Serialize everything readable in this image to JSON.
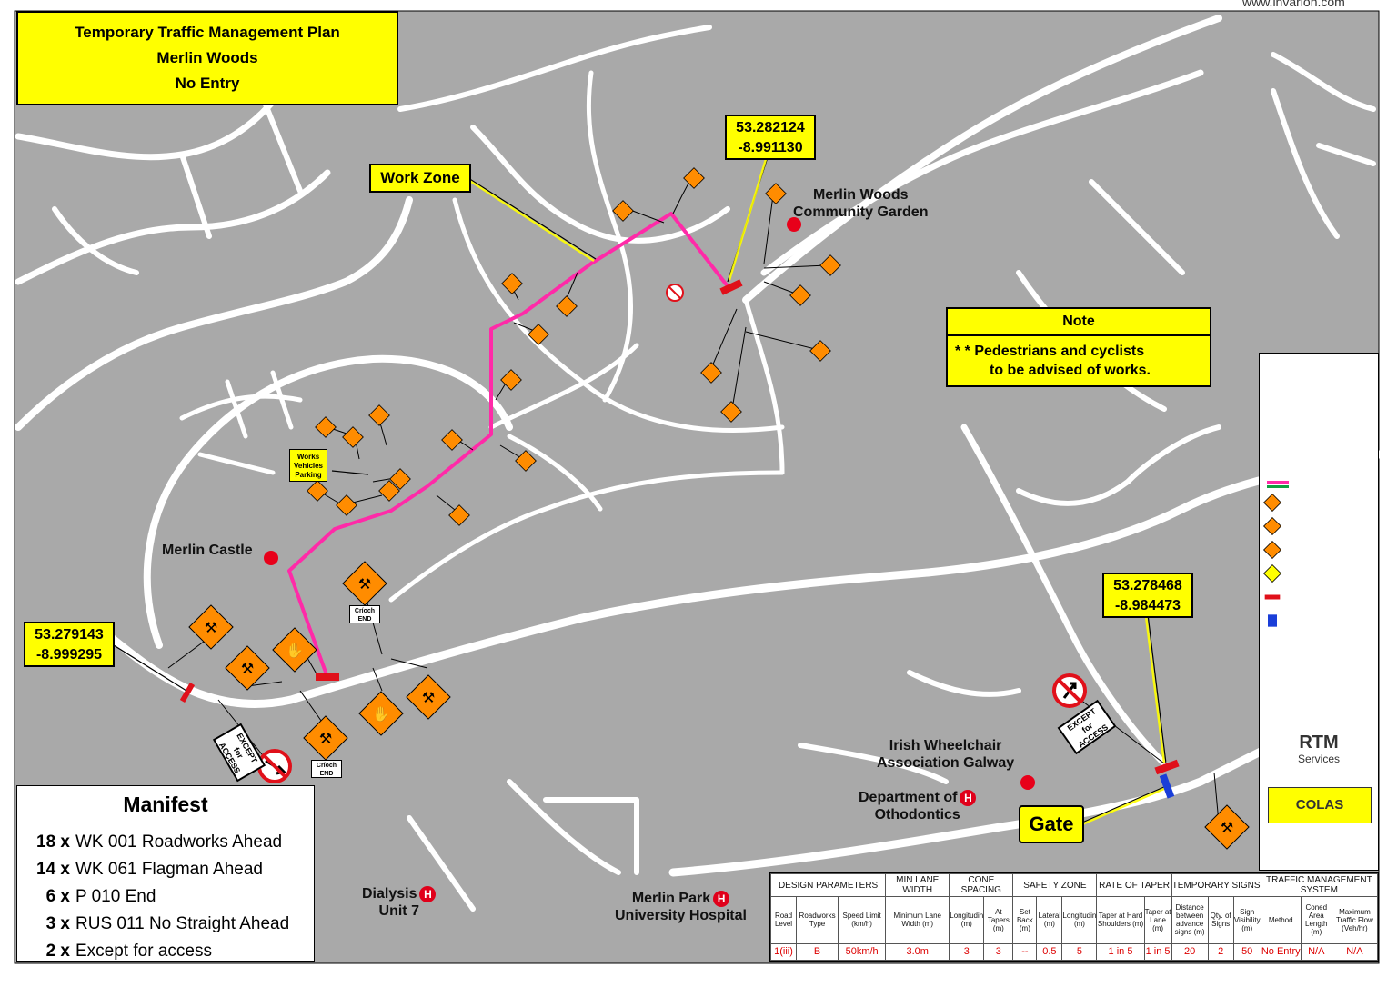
{
  "title_box": {
    "line1": "Temporary Traffic Management Plan",
    "line2": "Merlin Woods",
    "line3": "No Entry"
  },
  "website": "www.invarion.com",
  "labels": {
    "work_zone": "Work Zone",
    "coord_top": {
      "lat": "53.282124",
      "lon": "-8.991130"
    },
    "coord_left": {
      "lat": "53.279143",
      "lon": "-8.999295"
    },
    "coord_right": {
      "lat": "53.278468",
      "lon": "-8.984473"
    },
    "gate": "Gate",
    "works_parking": "Works Vehicles Parking"
  },
  "note": {
    "title": "Note",
    "line1": "* * Pedestrians and cyclists",
    "line2": "to be advised of works."
  },
  "places": {
    "community_garden": {
      "line1": "Merlin Woods",
      "line2": "Community Garden"
    },
    "castle": "Merlin Castle",
    "wheelchair": {
      "line1": "Irish Wheelchair",
      "line2": "Association Galway"
    },
    "orthodontics": {
      "line1": "Department of",
      "line2": "Othodontics"
    },
    "dialysis": {
      "line1": "Dialysis",
      "line2": "Unit 7"
    },
    "hospital": {
      "line1": "Merlin Park",
      "line2": "University Hospital"
    },
    "hospital_icon": "H"
  },
  "signs": {
    "crioch_end": "Críoch END",
    "except_access": "EXCEPT for ACCESS"
  },
  "manifest": {
    "title": "Manifest",
    "items": [
      {
        "qty": "18 x",
        "label": "WK 001 Roadworks Ahead"
      },
      {
        "qty": "14 x",
        "label": "WK 061 Flagman Ahead"
      },
      {
        "qty": "6 x",
        "label": "P 010 End"
      },
      {
        "qty": "3 x",
        "label": "RUS 011 No Straight Ahead"
      },
      {
        "qty": "2 x",
        "label": "Except for access"
      }
    ]
  },
  "design_table": {
    "groups": [
      "DESIGN PARAMETERS",
      "MIN LANE WIDTH",
      "CONE SPACING",
      "SAFETY ZONE",
      "RATE OF TAPER",
      "TEMPORARY SIGNS",
      "TRAFFIC MANAGEMENT SYSTEM"
    ],
    "headers": [
      "Road Level",
      "Roadworks Type",
      "Speed Limit (km/h)",
      "Minimum Lane Width (m)",
      "Longitudinal (m)",
      "At Tapers (m)",
      "Set Back (m)",
      "Lateral (m)",
      "Longitudinal (m)",
      "Taper at Hard Shoulders (m)",
      "Taper at Lane (m)",
      "Distance between advance signs (m)",
      "Qty. of Signs",
      "Sign Visibility (m)",
      "Method",
      "Coned Area Length (m)",
      "Maximum Traffic Flow (Veh/hr)"
    ],
    "values": [
      "1(iii)",
      "B",
      "50km/h",
      "3.0m",
      "3",
      "3",
      "--",
      "0.5",
      "5",
      "1 in 5",
      "1 in 5",
      "20",
      "2",
      "50",
      "No Entry",
      "N/A",
      "N/A"
    ]
  },
  "side_panel": {
    "company": "RTM",
    "company_sub": "Services",
    "client": "COLAS"
  },
  "colors": {
    "road": "#ffffff",
    "land": "#a9a9a9",
    "work_zone_route": "#ff2aa8",
    "label_bg": "#ffff00",
    "sign_orange": "#ff8c00",
    "barrier_red": "#e0101a",
    "gate_blue": "#1a3ed8",
    "landmark_red": "#e8001a"
  }
}
